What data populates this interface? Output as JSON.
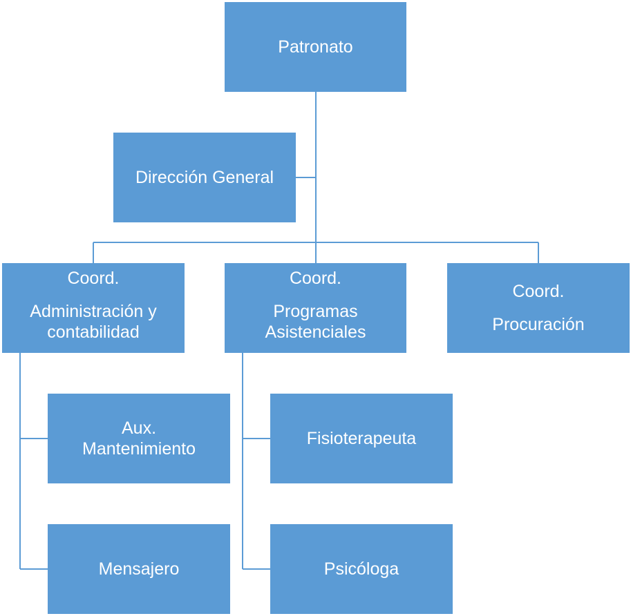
{
  "colors": {
    "box_fill": "#5b9bd5",
    "box_text": "#ffffff",
    "connector": "#5b9bd5"
  },
  "nodes": {
    "patronato": {
      "label": "Patronato"
    },
    "direccion": {
      "label": "Dirección General"
    },
    "admin": {
      "line1": "Coord.",
      "line2": "Administración y",
      "line3": "contabilidad"
    },
    "programas": {
      "line1": "Coord.",
      "line2": "Programas",
      "line3": "Asistenciales"
    },
    "procuracion": {
      "line1": "Coord.",
      "line2": "Procuración"
    },
    "aux": {
      "line1": "Aux.",
      "line2": "Mantenimiento"
    },
    "mensajero": {
      "label": "Mensajero"
    },
    "fisio": {
      "label": "Fisioterapeuta"
    },
    "psicologa": {
      "label": "Psicóloga"
    }
  }
}
